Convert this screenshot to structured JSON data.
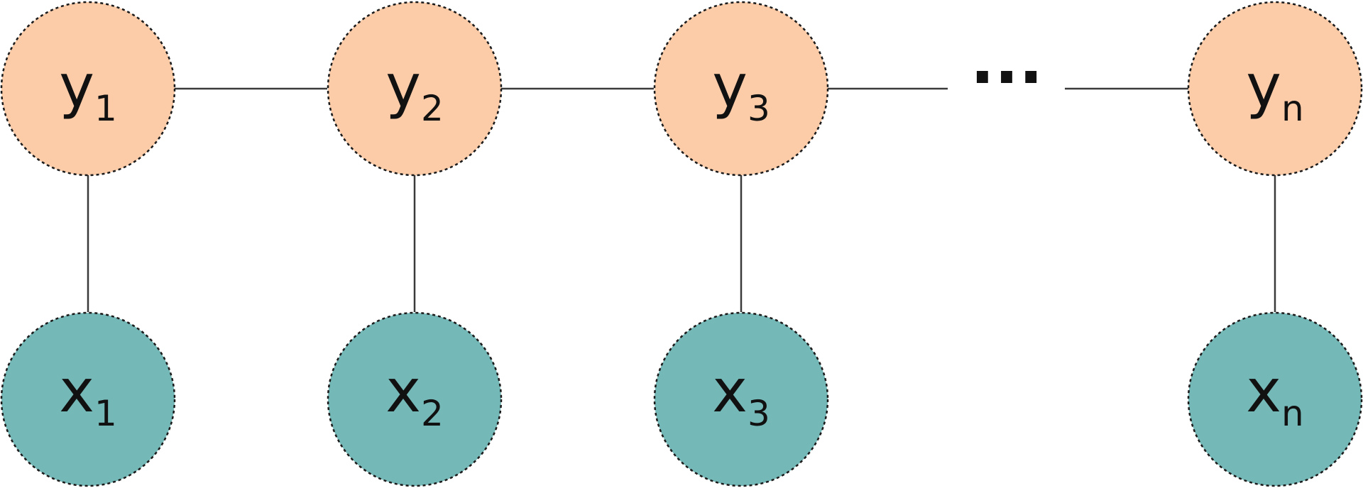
{
  "colors": {
    "hidden_fill": "#FCCBA8",
    "observed_fill": "#75B8B8",
    "edge": "#3a3a3a",
    "outline": "#1a1a1a"
  },
  "hidden_nodes": [
    {
      "base": "y",
      "sub": "1"
    },
    {
      "base": "y",
      "sub": "2"
    },
    {
      "base": "y",
      "sub": "3"
    },
    {
      "base": "y",
      "sub": "n"
    }
  ],
  "observed_nodes": [
    {
      "base": "x",
      "sub": "1"
    },
    {
      "base": "x",
      "sub": "2"
    },
    {
      "base": "x",
      "sub": "3"
    },
    {
      "base": "x",
      "sub": "n"
    }
  ],
  "ellipsis": "···"
}
